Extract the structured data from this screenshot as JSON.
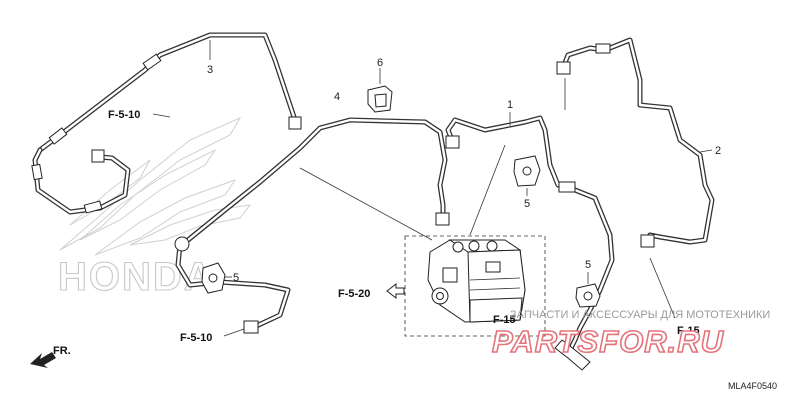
{
  "part_numbers": {
    "p1": "1",
    "p2": "2",
    "p3": "3",
    "p4": "4",
    "p5a": "5",
    "p5b": "5",
    "p5c": "5",
    "p6": "6"
  },
  "references": {
    "f510_top": "F-5-10",
    "f510_bottom": "F-5-10",
    "f520": "F-5-20",
    "f15_left": "F-15",
    "f15_right": "F-15"
  },
  "direction_label": "FR.",
  "diagram_code": "MLA4F0540",
  "watermark": {
    "logo_text": "HONDA",
    "caption": "ЗАПЧАСТИ И АКСЕССУАРЫ ДЛЯ МОТОТЕХНИКИ",
    "site": "PARTSFOR.RU"
  },
  "colors": {
    "line": "#222222",
    "watermark_red": "#e5737a",
    "watermark_gray": "#c8c8c8"
  }
}
